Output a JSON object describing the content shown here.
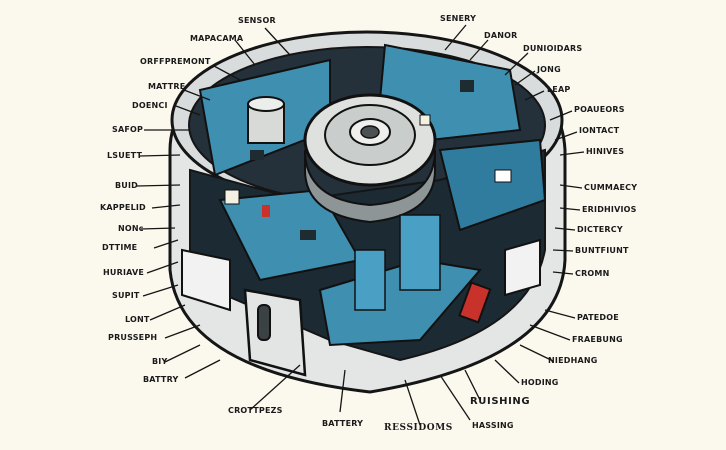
{
  "labels": {
    "sensor": "SENSOR",
    "senery": "SENERY",
    "mapacama": "MAPACAMA",
    "danor": "DANOR",
    "dunioidars": "DUNIOIDARS",
    "orffpremont": "ORFFPREMONT",
    "jong": "JONG",
    "mattre": "MATTRE",
    "leap": "LEAP",
    "doenci": "DOENCI",
    "poaueors": "POAUEORS",
    "safop": "SAFOP",
    "iontact": "IONTACT",
    "lsuett": "LSUETT",
    "hinives": "HINIVES",
    "buid": "BUID",
    "cummaecy": "CUMMAECY",
    "kappelid": "KAPPELID",
    "eridhivios": "ERIDHIVIOS",
    "nonc": "NONc",
    "dictercy": "DICTERCY",
    "dttime": "DTTIME",
    "buntfiunt": "BUNTFIUNT",
    "huriave": "HURIAVE",
    "cromn": "CROMN",
    "supit": "SUPIT",
    "lont": "LONT",
    "patedoe": "PATEDOE",
    "prusseph": "PRUSSEPH",
    "fraebung": "FRAEBUNG",
    "biy": "BIY",
    "niedhang": "NIEDHANG",
    "battry": "BATTRY",
    "hoding": "HODING",
    "rushing": "RUISHING",
    "crottpezs": "CROTTPEZS",
    "battery": "BATTERY",
    "ressidoms": "RESSIDOMS",
    "hassing": "HASSING"
  },
  "colors": {
    "background": "#fbf8ee",
    "pcb": "#3f8fb0",
    "pcb_dark": "#1f5f7c",
    "shell": "#e9eaea",
    "outline": "#151515",
    "accent_red": "#c8322a"
  }
}
